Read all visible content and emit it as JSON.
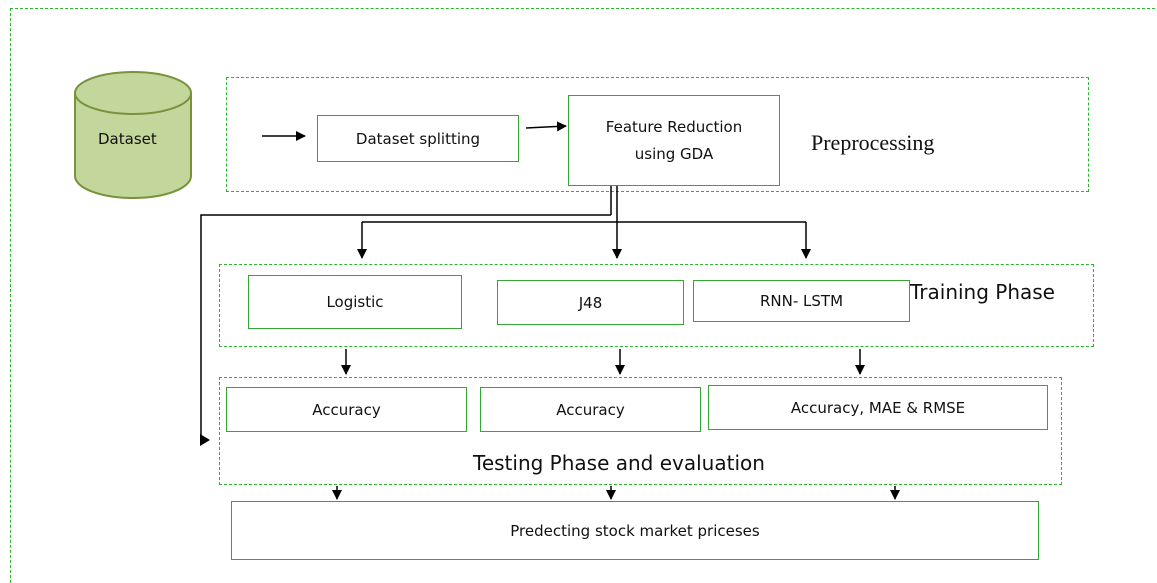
{
  "dataset": {
    "label": "Dataset",
    "fill": "#c3d69b",
    "stroke": "#77933c"
  },
  "preprocessing": {
    "title": "Preprocessing",
    "splitting": "Dataset splitting",
    "feature_line1": "Feature Reduction",
    "feature_line2": "using GDA"
  },
  "training": {
    "title": "Training Phase",
    "models": [
      "Logistic",
      "J48",
      "RNN- LSTM"
    ]
  },
  "testing": {
    "title": "Testing Phase and evaluation",
    "metrics": [
      "Accuracy",
      "Accuracy",
      "Accuracy, MAE & RMSE"
    ]
  },
  "output": {
    "label": "Predecting stock market priceses"
  },
  "colors": {
    "dashed_border": "#29b52f",
    "box_border": "#33a633",
    "arrow": "#000000"
  }
}
